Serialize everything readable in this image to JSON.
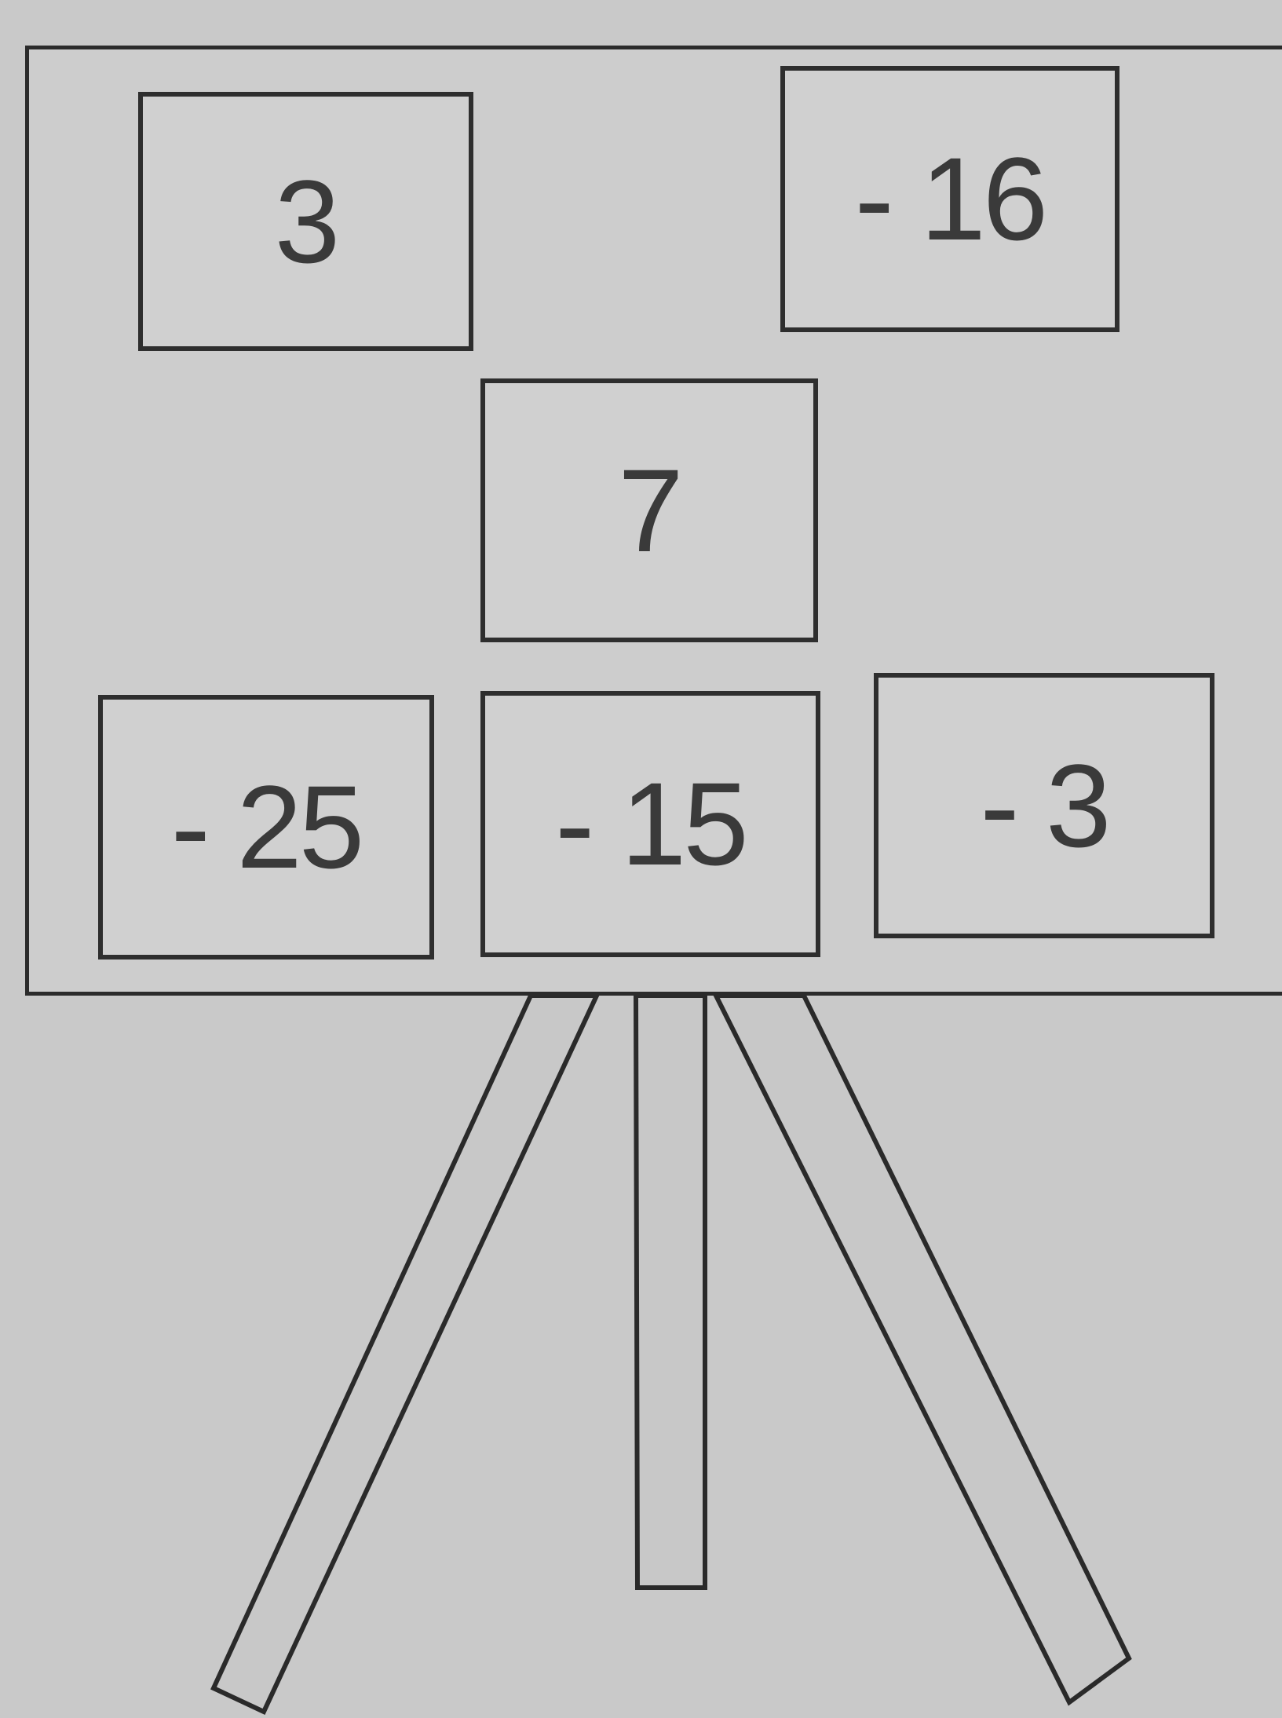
{
  "cards": [
    {
      "id": "top-left",
      "value": "3"
    },
    {
      "id": "top-right",
      "value": "- 16"
    },
    {
      "id": "middle",
      "value": "7"
    },
    {
      "id": "bottom-left",
      "value": "- 25"
    },
    {
      "id": "bottom-middle",
      "value": "- 15"
    },
    {
      "id": "bottom-right",
      "value": "- 3"
    }
  ]
}
